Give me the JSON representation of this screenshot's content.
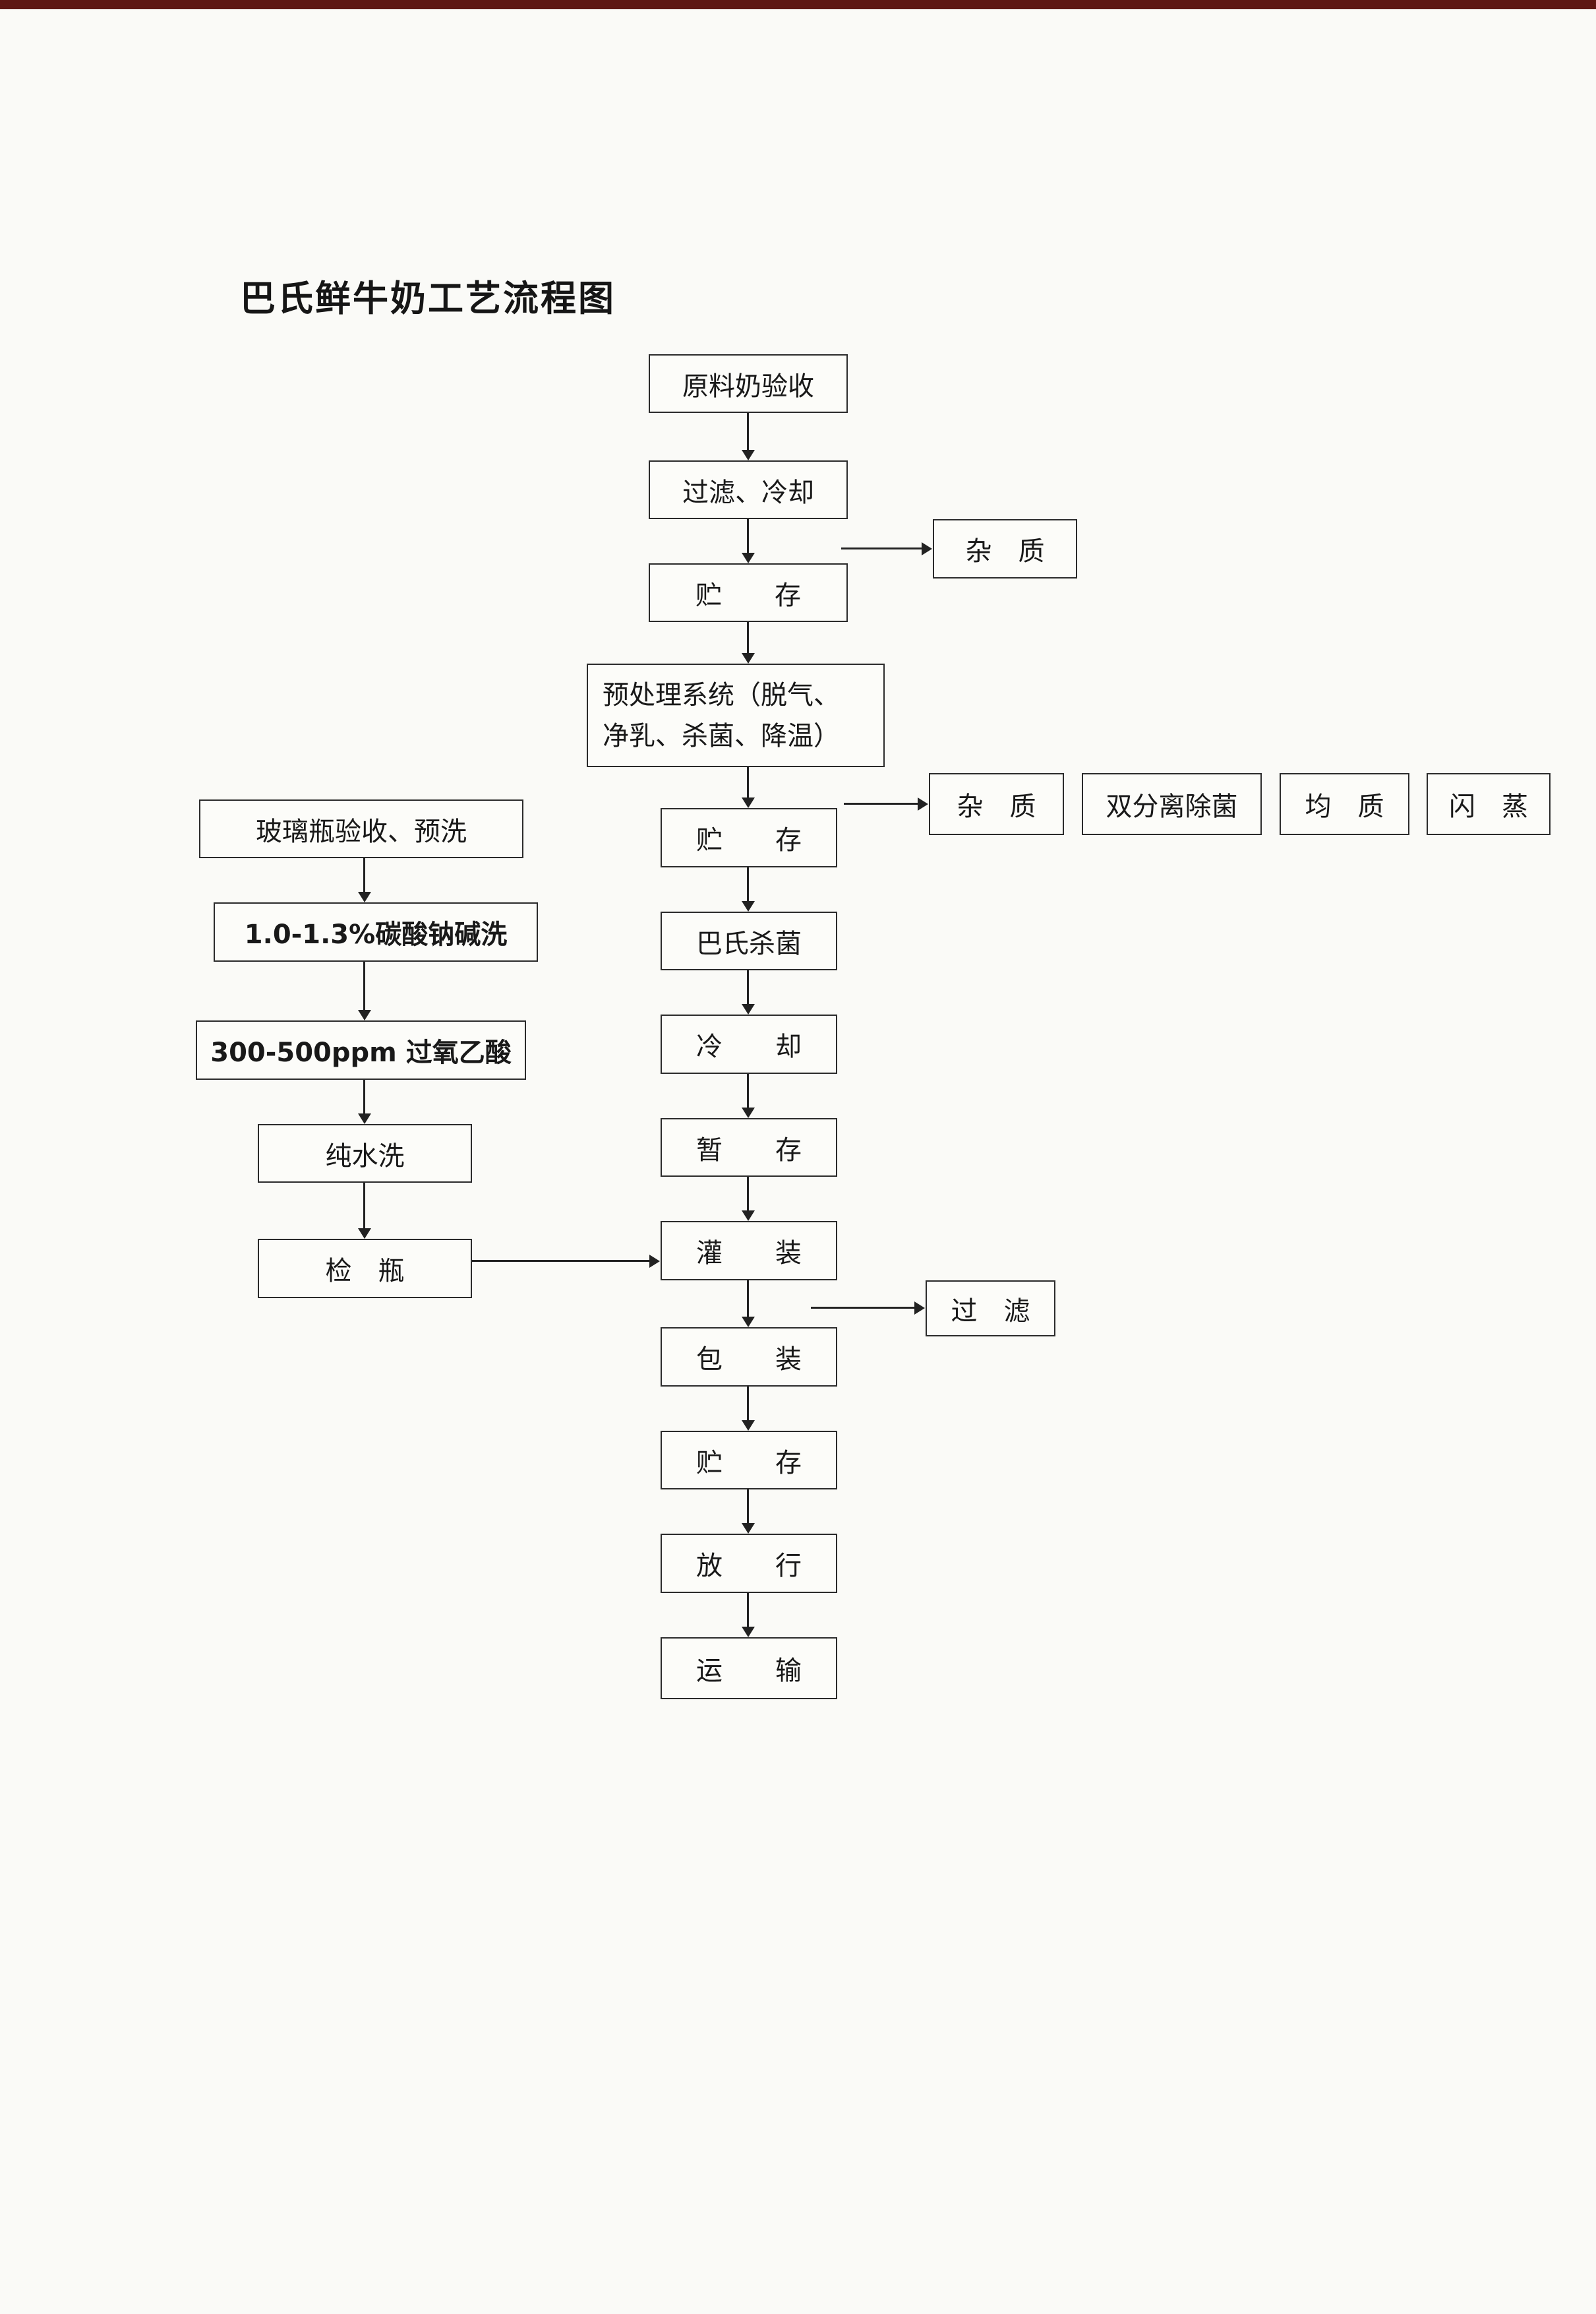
{
  "page": {
    "title": "巴氏鲜牛奶工艺流程图"
  },
  "flow": {
    "main": {
      "raw_milk": {
        "label": "原料奶验收"
      },
      "filter_cool": {
        "label": "过滤、冷却"
      },
      "storage1": {
        "label": "贮　　存"
      },
      "pretreatment": {
        "label": "预处理系统（脱气、\n净乳、杀菌、降温）"
      },
      "storage2": {
        "label": "贮　　存"
      },
      "pasteurize": {
        "label": "巴氏杀菌"
      },
      "cooling": {
        "label": "冷　　却"
      },
      "temp_storage": {
        "label": "暂　　存"
      },
      "filling": {
        "label": "灌　　装"
      },
      "packaging": {
        "label": "包　　装"
      },
      "storage3": {
        "label": "贮　　存"
      },
      "release": {
        "label": "放　　行"
      },
      "transport": {
        "label": "运　　输"
      }
    },
    "side": {
      "impurity1": {
        "label": "杂　质"
      },
      "impurity2": {
        "label": "杂　质"
      },
      "double_separation": {
        "label": "双分离除菌"
      },
      "homogenize": {
        "label": "均　质"
      },
      "flash": {
        "label": "闪　蒸"
      },
      "filtration": {
        "label": "过　滤"
      }
    },
    "bottle": {
      "bottle_accept": {
        "label": "玻璃瓶验收、预洗"
      },
      "alkali_wash": {
        "label": "1.0-1.3%碳酸钠碱洗"
      },
      "peracetic": {
        "label": "300-500ppm 过氧乙酸"
      },
      "pure_water": {
        "label": "纯水洗"
      },
      "bottle_check": {
        "label": "检　瓶"
      }
    }
  }
}
